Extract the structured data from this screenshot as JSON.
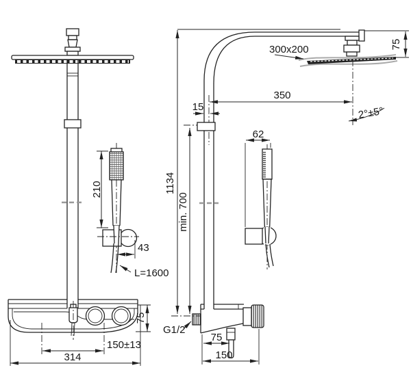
{
  "drawing": {
    "type": "shower-system-dimension-drawing",
    "front_view": {
      "hand_shower_length": "210",
      "holder_offset": "43",
      "hose_length": "L=1600",
      "body_height": "75",
      "outlet_spacing": "150±13",
      "body_width": "314"
    },
    "side_view": {
      "head_size": "300x200",
      "head_drop": "75",
      "arm_reach": "350",
      "riser_offset": "15",
      "spray_angle": "2°±5°",
      "hand_shower_width": "62",
      "total_height": "1134",
      "min_install_height": "min. 700",
      "connection_thread": "G1/2",
      "spout_offset": "75",
      "body_depth": "150"
    }
  }
}
